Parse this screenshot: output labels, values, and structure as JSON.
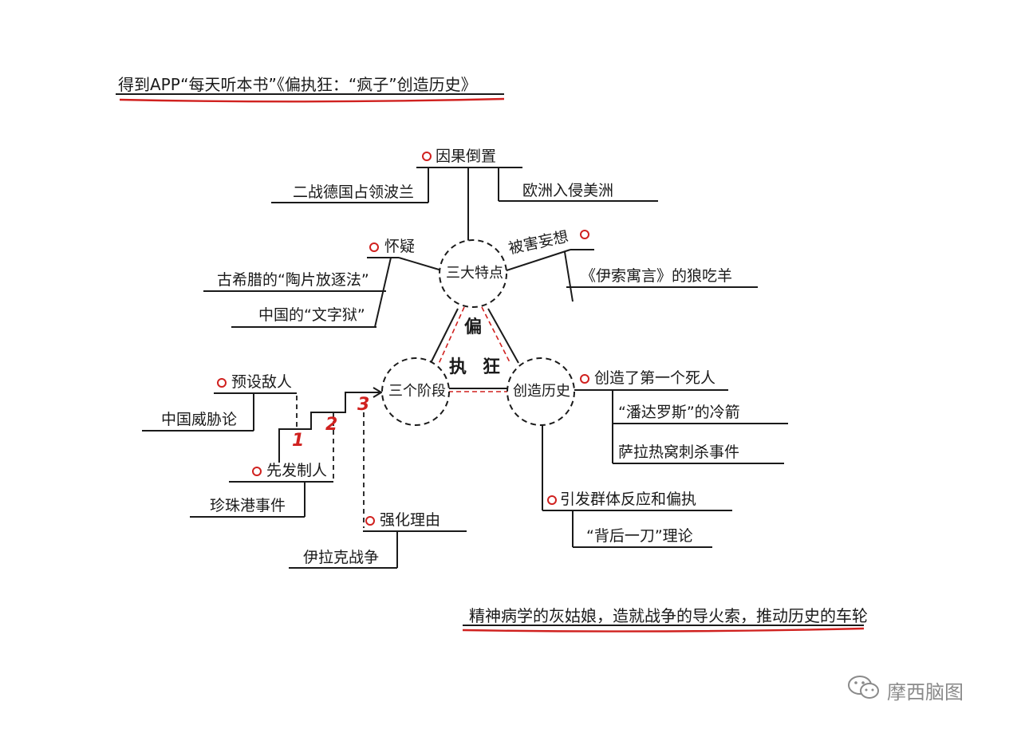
{
  "title": "得到APP“每天听本书”《偏执狂：“疯子”创造历史》",
  "center": {
    "top": "偏",
    "left": "执",
    "right": "狂"
  },
  "circles": {
    "features": "三大特点",
    "stages": "三个阶段",
    "history": "创造历史"
  },
  "features": {
    "cause": {
      "label": "因果倒置",
      "examples": [
        "二战德国占领波兰",
        "欧洲入侵美洲"
      ]
    },
    "doubt": {
      "label": "怀疑",
      "examples": [
        "古希腊的“陶片放逐法”",
        "中国的“文字狱”"
      ]
    },
    "persecution": {
      "label": "被害妄想",
      "examples": [
        "《伊索寓言》的狼吃羊"
      ]
    }
  },
  "stages": {
    "numbers": [
      "1",
      "2",
      "3"
    ],
    "enemy": {
      "label": "预设敌人",
      "example": "中国威胁论"
    },
    "strike": {
      "label": "先发制人",
      "example": "珍珠港事件"
    },
    "reason": {
      "label": "强化理由",
      "example": "伊拉克战争"
    }
  },
  "history": {
    "first_death": {
      "label": "创造了第一个死人",
      "examples": [
        "“潘达罗斯”的冷箭",
        "萨拉热窝刺杀事件"
      ]
    },
    "group": {
      "label": "引发群体反应和偏执",
      "examples": [
        "“背后一刀”理论"
      ]
    }
  },
  "footer": "精神病学的灰姑娘，造就战争的导火索，推动历史的车轮",
  "watermark": {
    "text": "摩西脑图",
    "icon": "wechat-icon"
  },
  "colors": {
    "accent": "#d0211f",
    "ink": "#1a1a1a"
  }
}
